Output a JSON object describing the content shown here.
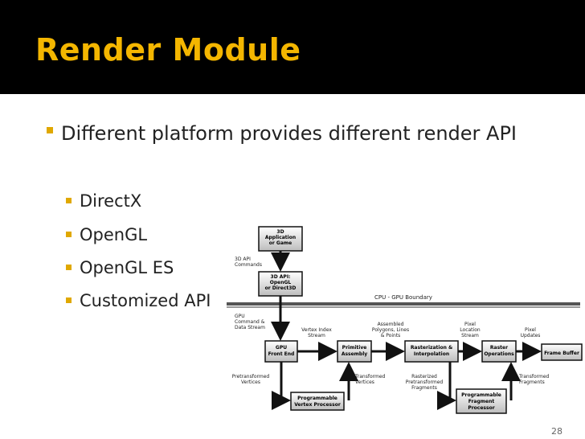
{
  "slide": {
    "title": "Render Module",
    "bullet_main": "Different platform provides different render API",
    "sub_bullets": [
      "DirectX",
      "OpenGL",
      "OpenGL ES",
      "Customized API"
    ],
    "page_number": "28"
  },
  "diagram": {
    "boundary": "CPU - GPU Boundary",
    "labels": {
      "app": [
        "3D",
        "Application",
        "or Game"
      ],
      "api_cmds": [
        "3D API",
        "Commands"
      ],
      "api": [
        "3D API:",
        "OpenGL",
        "or Direct3D"
      ],
      "gpu_cmd": [
        "GPU",
        "Command &",
        "Data Stream"
      ],
      "gpu_front": [
        "GPU",
        "Front End"
      ],
      "vertex_index": [
        "Vertex Index",
        "Stream"
      ],
      "prim_asm": [
        "Primitive",
        "Assembly"
      ],
      "assembled": [
        "Assembled",
        "Polygons, Lines",
        "& Points"
      ],
      "raster": [
        "Rasterization &",
        "Interpolation"
      ],
      "pixel_loc": [
        "Pixel",
        "Location",
        "Stream"
      ],
      "raster_ops": [
        "Raster",
        "Operations"
      ],
      "pixel_upd": [
        "Pixel",
        "Updates"
      ],
      "frame_buffer": "Frame Buffer",
      "pretrans_v": [
        "Pretransformed",
        "Vertices"
      ],
      "vert_proc": [
        "Programmable",
        "Vertex Processor"
      ],
      "trans_v": [
        "Transformed",
        "Vertices"
      ],
      "rast_pre_frag": [
        "Rasterized",
        "Pretransformed",
        "Fragments"
      ],
      "frag_proc": [
        "Programmable",
        "Fragment",
        "Processor"
      ],
      "trans_frag": [
        "Transformed",
        "Fragments"
      ]
    }
  }
}
